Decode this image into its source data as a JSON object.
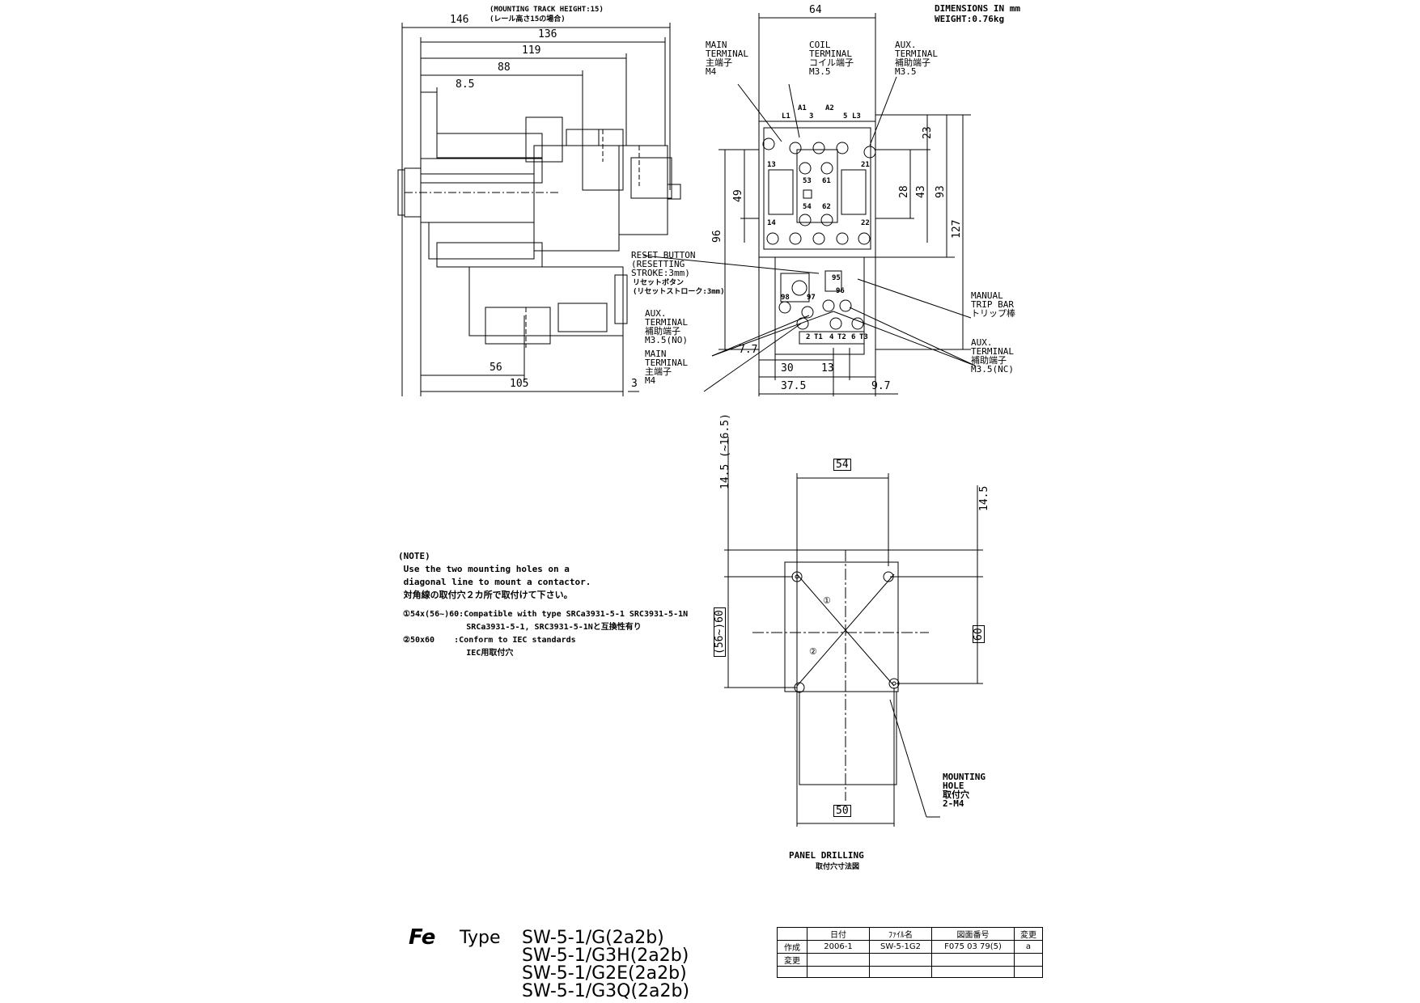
{
  "header": {
    "mounting_track": "(MOUNTING TRACK HEIGHT:15)",
    "mounting_track_jp": "(レール高さ15の場合)",
    "dimensions": "DIMENSIONS IN mm",
    "weight": "WEIGHT:0.76kg"
  },
  "side_view": {
    "dims": [
      "146",
      "136",
      "119",
      "88",
      "8.5",
      "56",
      "105",
      "3"
    ],
    "reset_button": "RESET BUTTON\n(RESETTING\nSTROKE:3mm)",
    "reset_button_jp": "リセットボタン\n(リセットストローク:3mm)"
  },
  "front_view": {
    "width": "64",
    "main_terminal": "MAIN\nTERMINAL\n主端子\nM4",
    "coil_terminal": "COIL\nTERMINAL\nコイル端子\nM3.5",
    "aux_terminal_top": "AUX.\nTERMINAL\n補助端子\nM3.5",
    "aux_terminal_no": "AUX.\nTERMINAL\n補助端子\nM3.5(NO)",
    "main_terminal_bottom": "MAIN\nTERMINAL\n主端子\nM4",
    "manual_trip": "MANUAL\nTRIP BAR\nトリップ棒",
    "aux_terminal_nc": "AUX.\nTERMINAL\n補助端子\nM3.5(NC)",
    "vdims": [
      "23",
      "28",
      "43",
      "93",
      "127",
      "49",
      "96"
    ],
    "hdims": [
      "7.7",
      "30",
      "13",
      "37.5",
      "9.7"
    ],
    "terminal_labels": [
      "A1",
      "A2",
      "L1",
      "3",
      "5",
      "L3",
      "13",
      "21",
      "53",
      "61",
      "54",
      "62",
      "14",
      "22",
      "95",
      "96",
      "98",
      "97",
      "2",
      "T1",
      "4",
      "T2",
      "6",
      "T3"
    ]
  },
  "panel": {
    "dim_top": "54",
    "dim_bottom": "50",
    "dim_left": "(56~)60",
    "dim_right": "60",
    "dim_top_left": "14.5 (~16.5)",
    "dim_top_right": "14.5",
    "mark1": "①",
    "mark2": "②",
    "mounting_hole": "MOUNTING\nHOLE\n取付穴\n2-M4",
    "title": "PANEL DRILLING",
    "title_jp": "取付穴寸法図"
  },
  "note": {
    "heading": "(NOTE)",
    "line1": " Use the two mounting holes on a",
    "line2": " diagonal line to mount a contactor.",
    "line3": " 対角線の取付穴２カ所で取付けて下さい。",
    "item1a": "①54x(56~)60:Compatible with type SRCa3931-5-1 SRC3931-5-1N",
    "item1b": "             SRCa3931-5-1, SRC3931-5-1Nと互換性有り",
    "item2a": "②50x60    :Conform to IEC standards",
    "item2b": "             IEC用取付穴"
  },
  "title_block": {
    "logo": "Fe",
    "type_label": "Type",
    "models": [
      "SW-5-1/G(2a2b)",
      "SW-5-1/G3H(2a2b)",
      "SW-5-1/G2E(2a2b)",
      "SW-5-1/G3Q(2a2b)"
    ],
    "table": {
      "headers": [
        "",
        "日付",
        "ﾌｧｲﾙ名",
        "図面番号",
        "変更"
      ],
      "rows": [
        [
          "作成",
          "2006-1",
          "SW-5-1G2",
          "F075 03 79(5)",
          "a"
        ],
        [
          "変更",
          "",
          "",
          "",
          ""
        ],
        [
          "",
          "",
          "",
          "",
          ""
        ]
      ]
    }
  }
}
